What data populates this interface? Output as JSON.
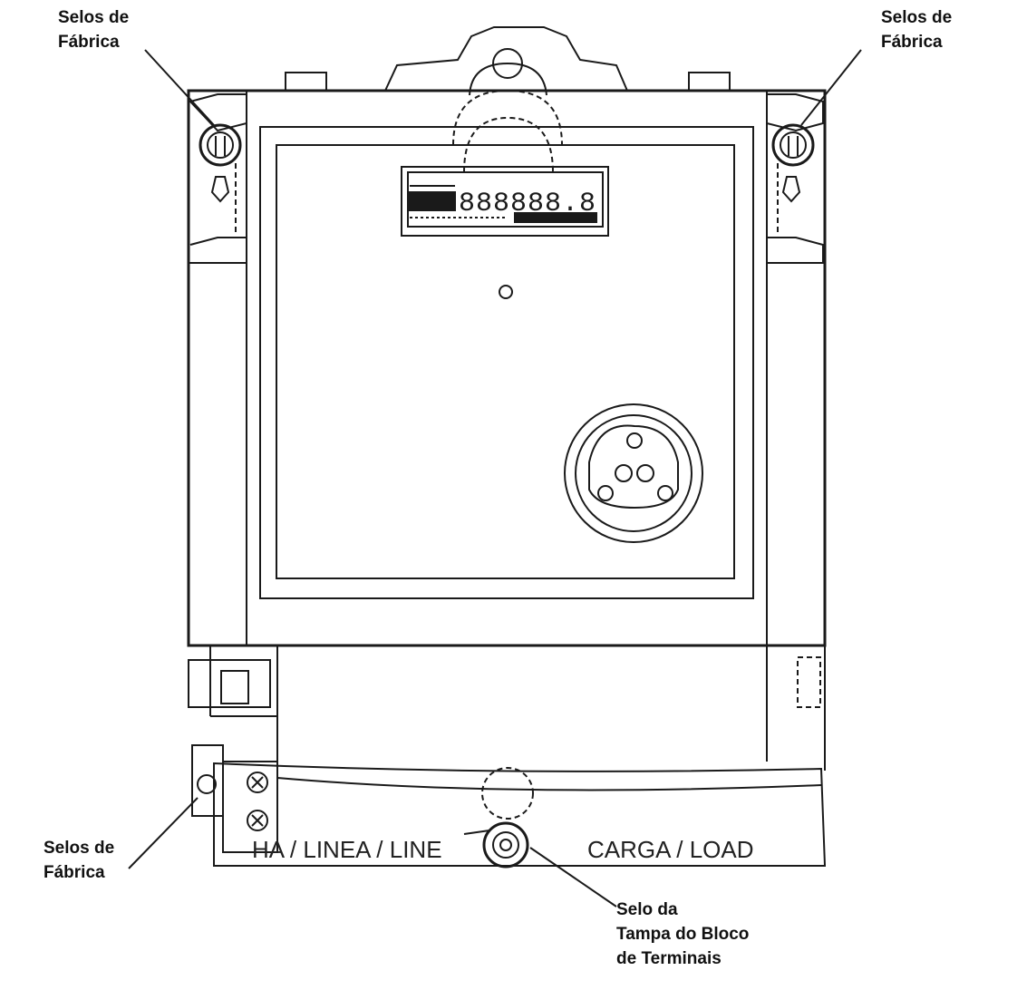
{
  "callouts": {
    "top_left": {
      "line1": "Selos de",
      "line2": "Fábrica"
    },
    "top_right": {
      "line1": "Selos de",
      "line2": "Fábrica"
    },
    "bottom_left": {
      "line1": "Selos de",
      "line2": "Fábrica"
    },
    "bottom_center": {
      "line1": "Selo da",
      "line2": "Tampa do Bloco",
      "line3": "de Terminais"
    }
  },
  "terminal_cover": {
    "line_label": "HA / LINEA / LINE",
    "load_label": "CARGA / LOAD"
  },
  "display": {
    "digits": "888888.8"
  },
  "colors": {
    "line": "#1a1a1a",
    "background": "#ffffff"
  }
}
